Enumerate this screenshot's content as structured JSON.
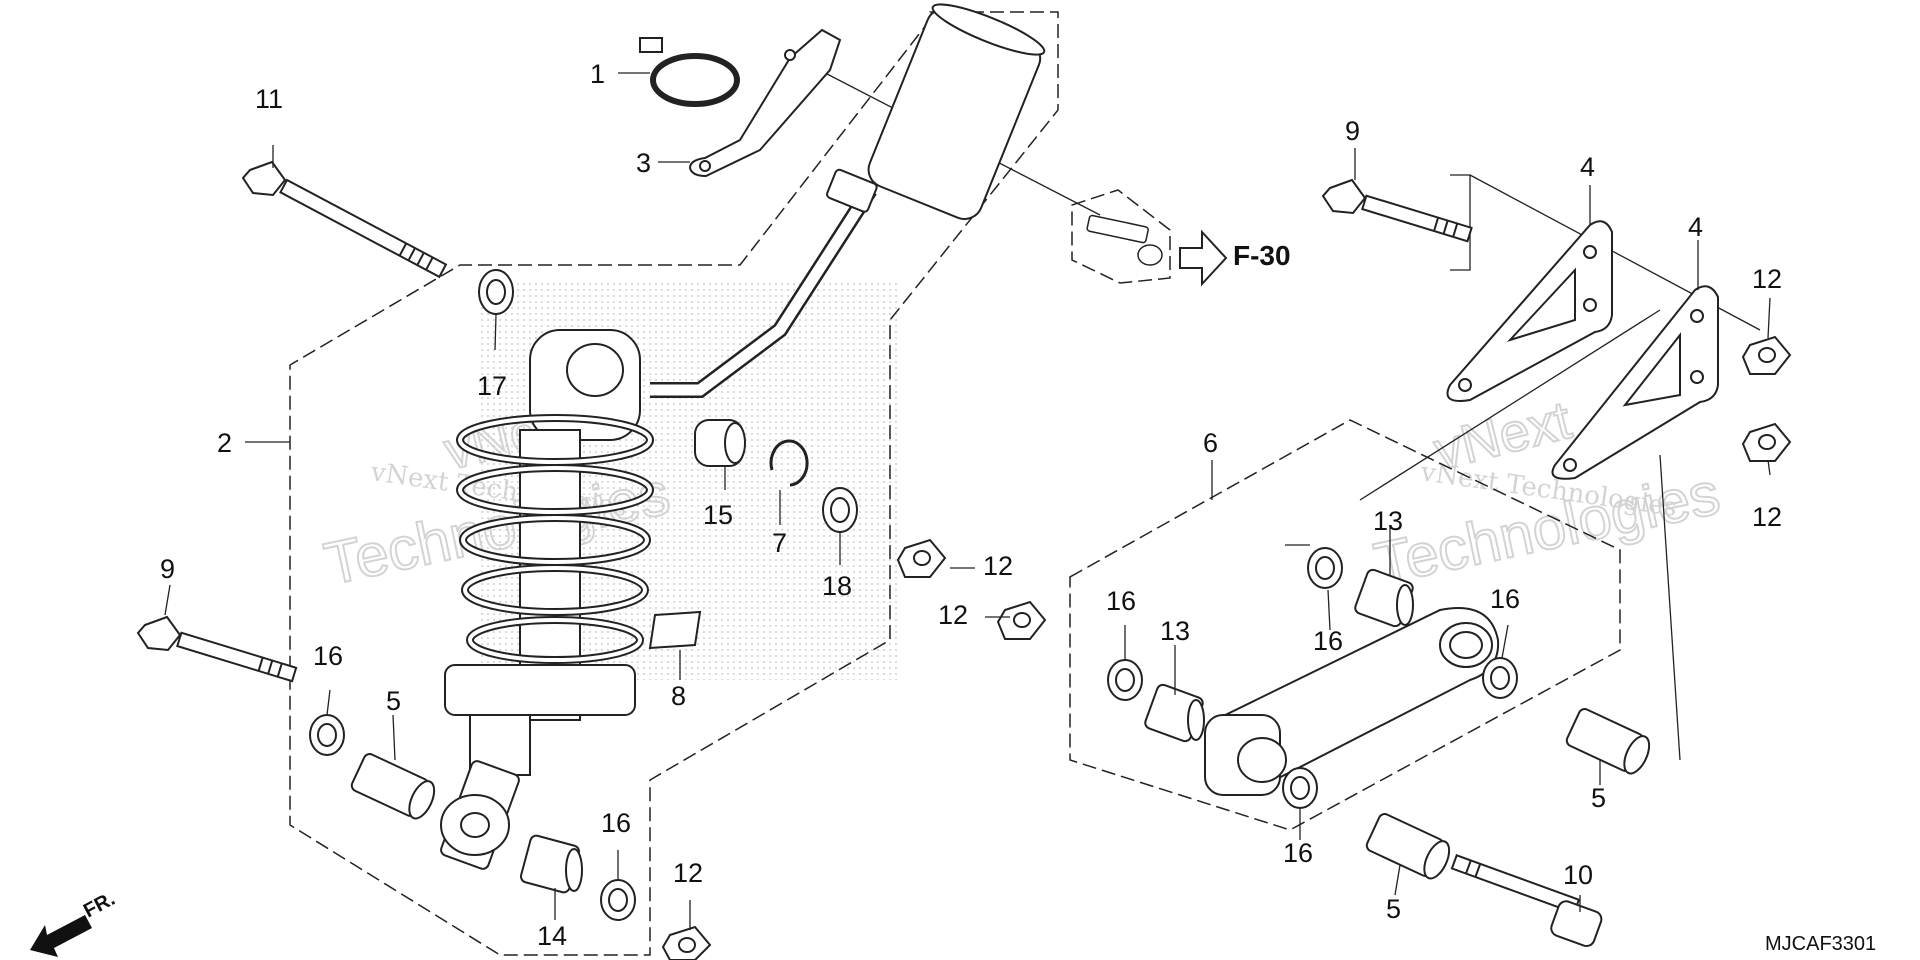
{
  "diagram_code": "MJCAF3301",
  "reference_label": "F-30",
  "front_label": "FR.",
  "watermark": {
    "line1": "vNext Technologies",
    "big_top": "vNext",
    "big_bottom": "Technologies"
  },
  "callouts": {
    "c1": "1",
    "c2": "2",
    "c3": "3",
    "c4a": "4",
    "c4b": "4",
    "c5a": "5",
    "c5b": "5",
    "c5c": "5",
    "c6": "6",
    "c7": "7",
    "c8": "8",
    "c9a": "9",
    "c9b": "9",
    "c10": "10",
    "c11": "11",
    "c12a": "12",
    "c12b": "12",
    "c12c": "12",
    "c12d": "12",
    "c12e": "12",
    "c13a": "13",
    "c13b": "13",
    "c14": "14",
    "c15": "15",
    "c16a": "16",
    "c16b": "16",
    "c16c": "16",
    "c16d": "16",
    "c16e": "16",
    "c17": "17",
    "c18": "18"
  }
}
